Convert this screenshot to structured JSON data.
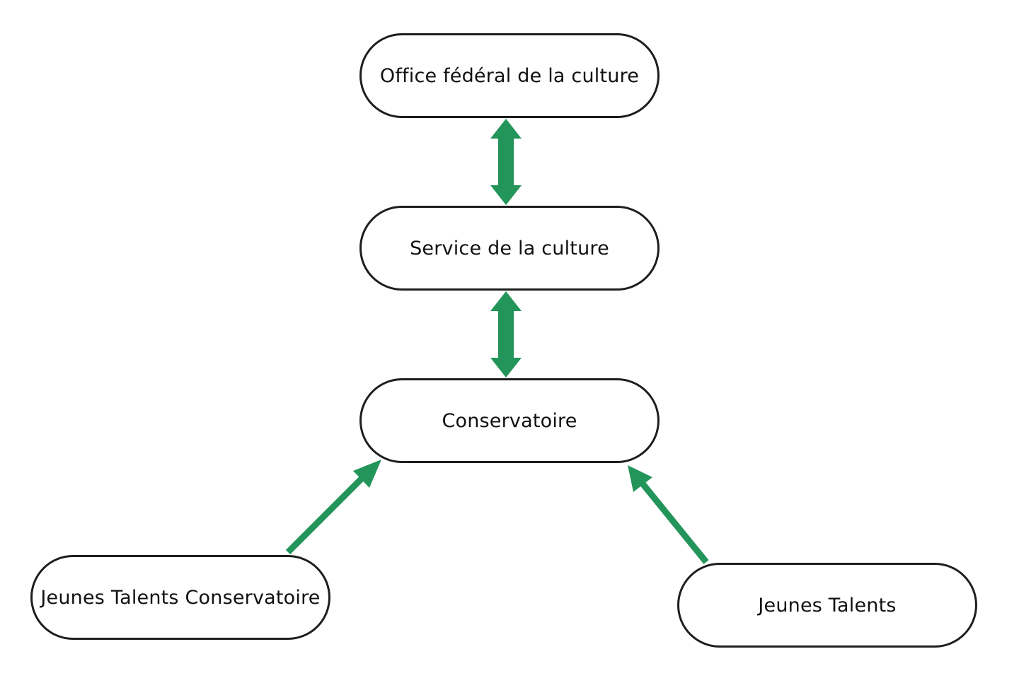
{
  "colors": {
    "arrow": "#23955a",
    "node_border": "#1e1e1e",
    "text": "#111111",
    "background": "#ffffff"
  },
  "nodes": {
    "office": {
      "label": "Office fédéral de la culture"
    },
    "service": {
      "label": "Service de la culture"
    },
    "conservatoire": {
      "label": "Conservatoire"
    },
    "jeunes_talents_conservatoire": {
      "label": "Jeunes Talents Conservatoire"
    },
    "jeunes_talents": {
      "label": "Jeunes Talents"
    }
  },
  "edges": [
    {
      "from": "office",
      "to": "service",
      "type": "bidirectional"
    },
    {
      "from": "service",
      "to": "conservatoire",
      "type": "bidirectional"
    },
    {
      "from": "jeunes_talents_conservatoire",
      "to": "conservatoire",
      "type": "directed"
    },
    {
      "from": "jeunes_talents",
      "to": "conservatoire",
      "type": "directed"
    }
  ]
}
